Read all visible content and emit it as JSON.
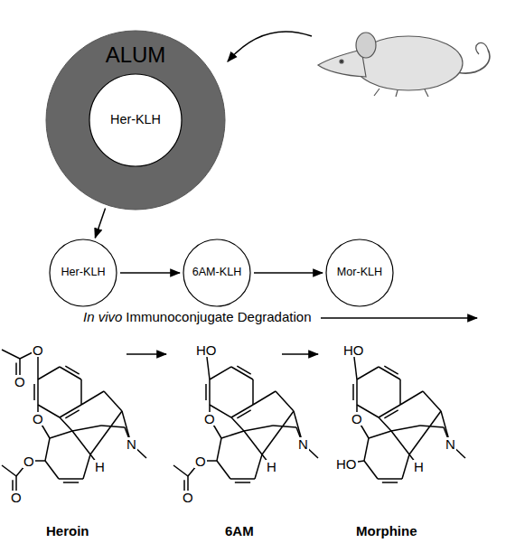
{
  "diagram": {
    "nodes": [
      {
        "text": [
          "ALUM"
        ]
      },
      {
        "text": [
          "Her-KLH"
        ],
        "in": 0
      },
      {
        "text": [
          "Her-KLH"
        ]
      },
      {
        "text": [
          "6AM-KLH"
        ]
      },
      {
        "text": [
          "Mor-KLH"
        ]
      }
    ],
    "edges": [
      {
        "from": 0,
        "to": 2,
        "arrow": "to"
      },
      {
        "from": 2,
        "to": 3,
        "arrow": "to"
      },
      {
        "from": 3,
        "to": 4,
        "arrow": "to"
      }
    ],
    "labels": [
      "In vivo",
      "Immunoconjugate Degradation",
      "O",
      "O",
      "O",
      "O",
      "O",
      "N",
      "H",
      "Heroin",
      "HO",
      "O",
      "O",
      "O",
      "N",
      "H",
      "6AM",
      "HO",
      "O",
      "HO",
      "N",
      "H",
      "Morphine"
    ]
  }
}
